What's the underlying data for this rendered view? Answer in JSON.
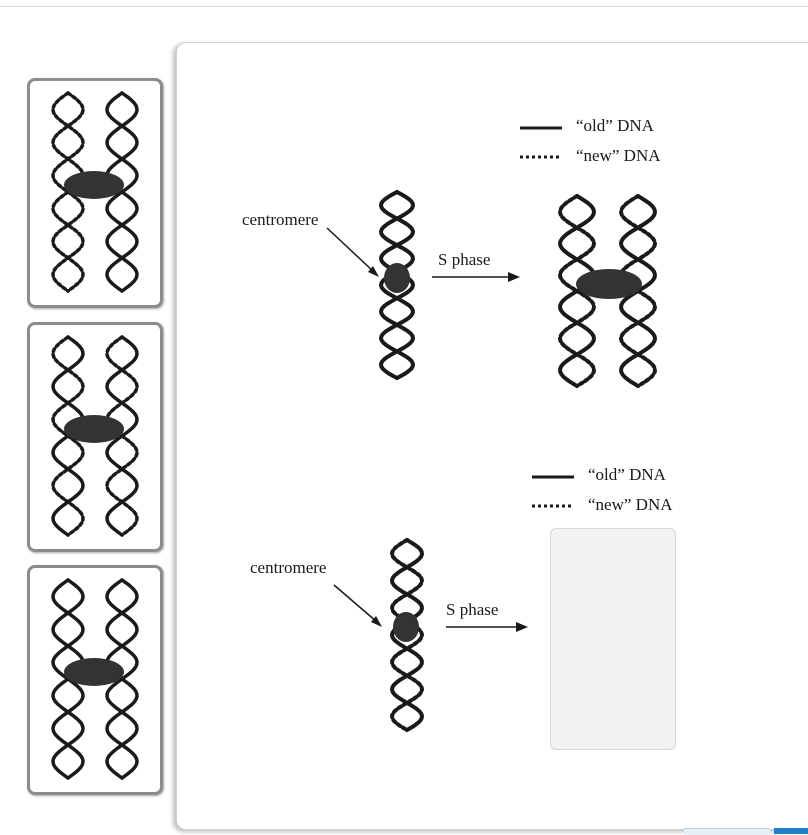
{
  "figure": {
    "top": {
      "legend_old": "“old” DNA",
      "legend_new": "“new” DNA",
      "centromere_label": "centromere",
      "arrow_label": "S phase"
    },
    "bottom": {
      "legend_old": "“old” DNA",
      "legend_new": "“new” DNA",
      "centromere_label": "centromere",
      "arrow_label": "S phase"
    }
  },
  "answer_tiles": [
    {
      "name": "answer-tile-1",
      "description": "old-outer-new-inner"
    },
    {
      "name": "answer-tile-2",
      "description": "old-and-new-mixed"
    },
    {
      "name": "answer-tile-3",
      "description": "old-only"
    }
  ],
  "colors": {
    "panel_border": "#cfcfcf",
    "tile_border": "#8c8c8c",
    "drop_zone": "#f2f2f2",
    "ink": "#1a1a1a",
    "accent_button": "#1f7fc8"
  }
}
